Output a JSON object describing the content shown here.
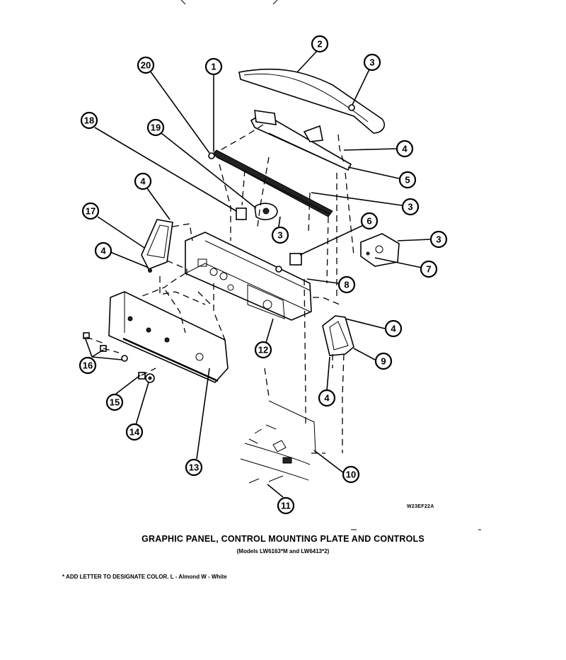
{
  "diagram": {
    "title": "GRAPHIC PANEL, CONTROL MOUNTING PLATE AND CONTROLS",
    "subtitle": "(Models LW6163*M and LW6413*2)",
    "footnote": "* ADD LETTER TO DESIGNATE COLOR.  L - Almond  W - White",
    "drawing_code": "W23EF22A",
    "callouts": [
      "1",
      "2",
      "3",
      "4",
      "5",
      "6",
      "7",
      "8",
      "9",
      "10",
      "11",
      "12",
      "13",
      "14",
      "15",
      "16",
      "17",
      "18",
      "19",
      "20"
    ]
  }
}
